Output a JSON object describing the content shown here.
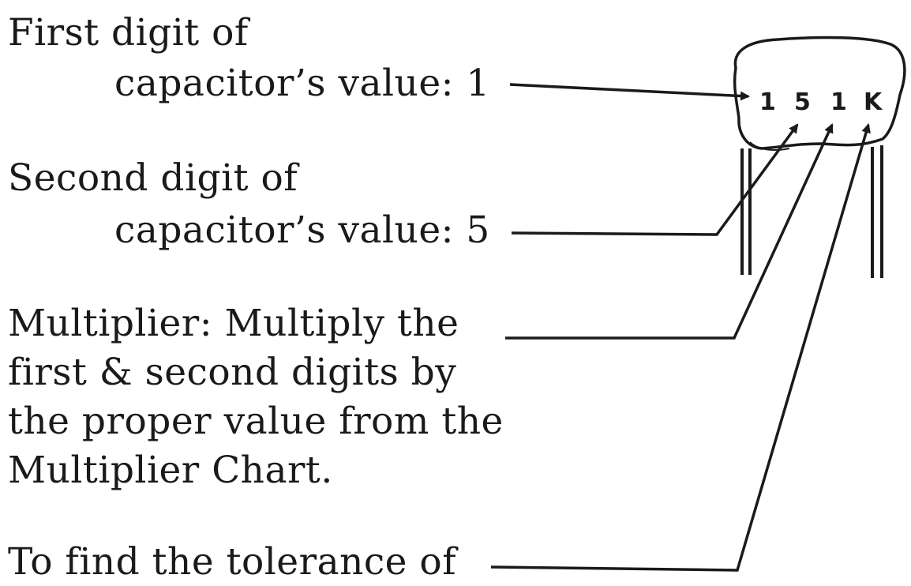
{
  "labels": {
    "first_digit": {
      "line1": "First digit of",
      "line2": "capacitor’s value: 1"
    },
    "second_digit": {
      "line1": "Second digit of",
      "line2": "capacitor’s value: 5"
    },
    "multiplier": {
      "line1": "Multiplier: Multiply the",
      "line2": "first & second digits by",
      "line3": "the proper value from the",
      "line4": "Multiplier Chart."
    },
    "tolerance": {
      "line1": "To find the tolerance of"
    }
  },
  "capacitor": {
    "marking_chars": [
      "1",
      "5",
      "1",
      "K"
    ]
  }
}
